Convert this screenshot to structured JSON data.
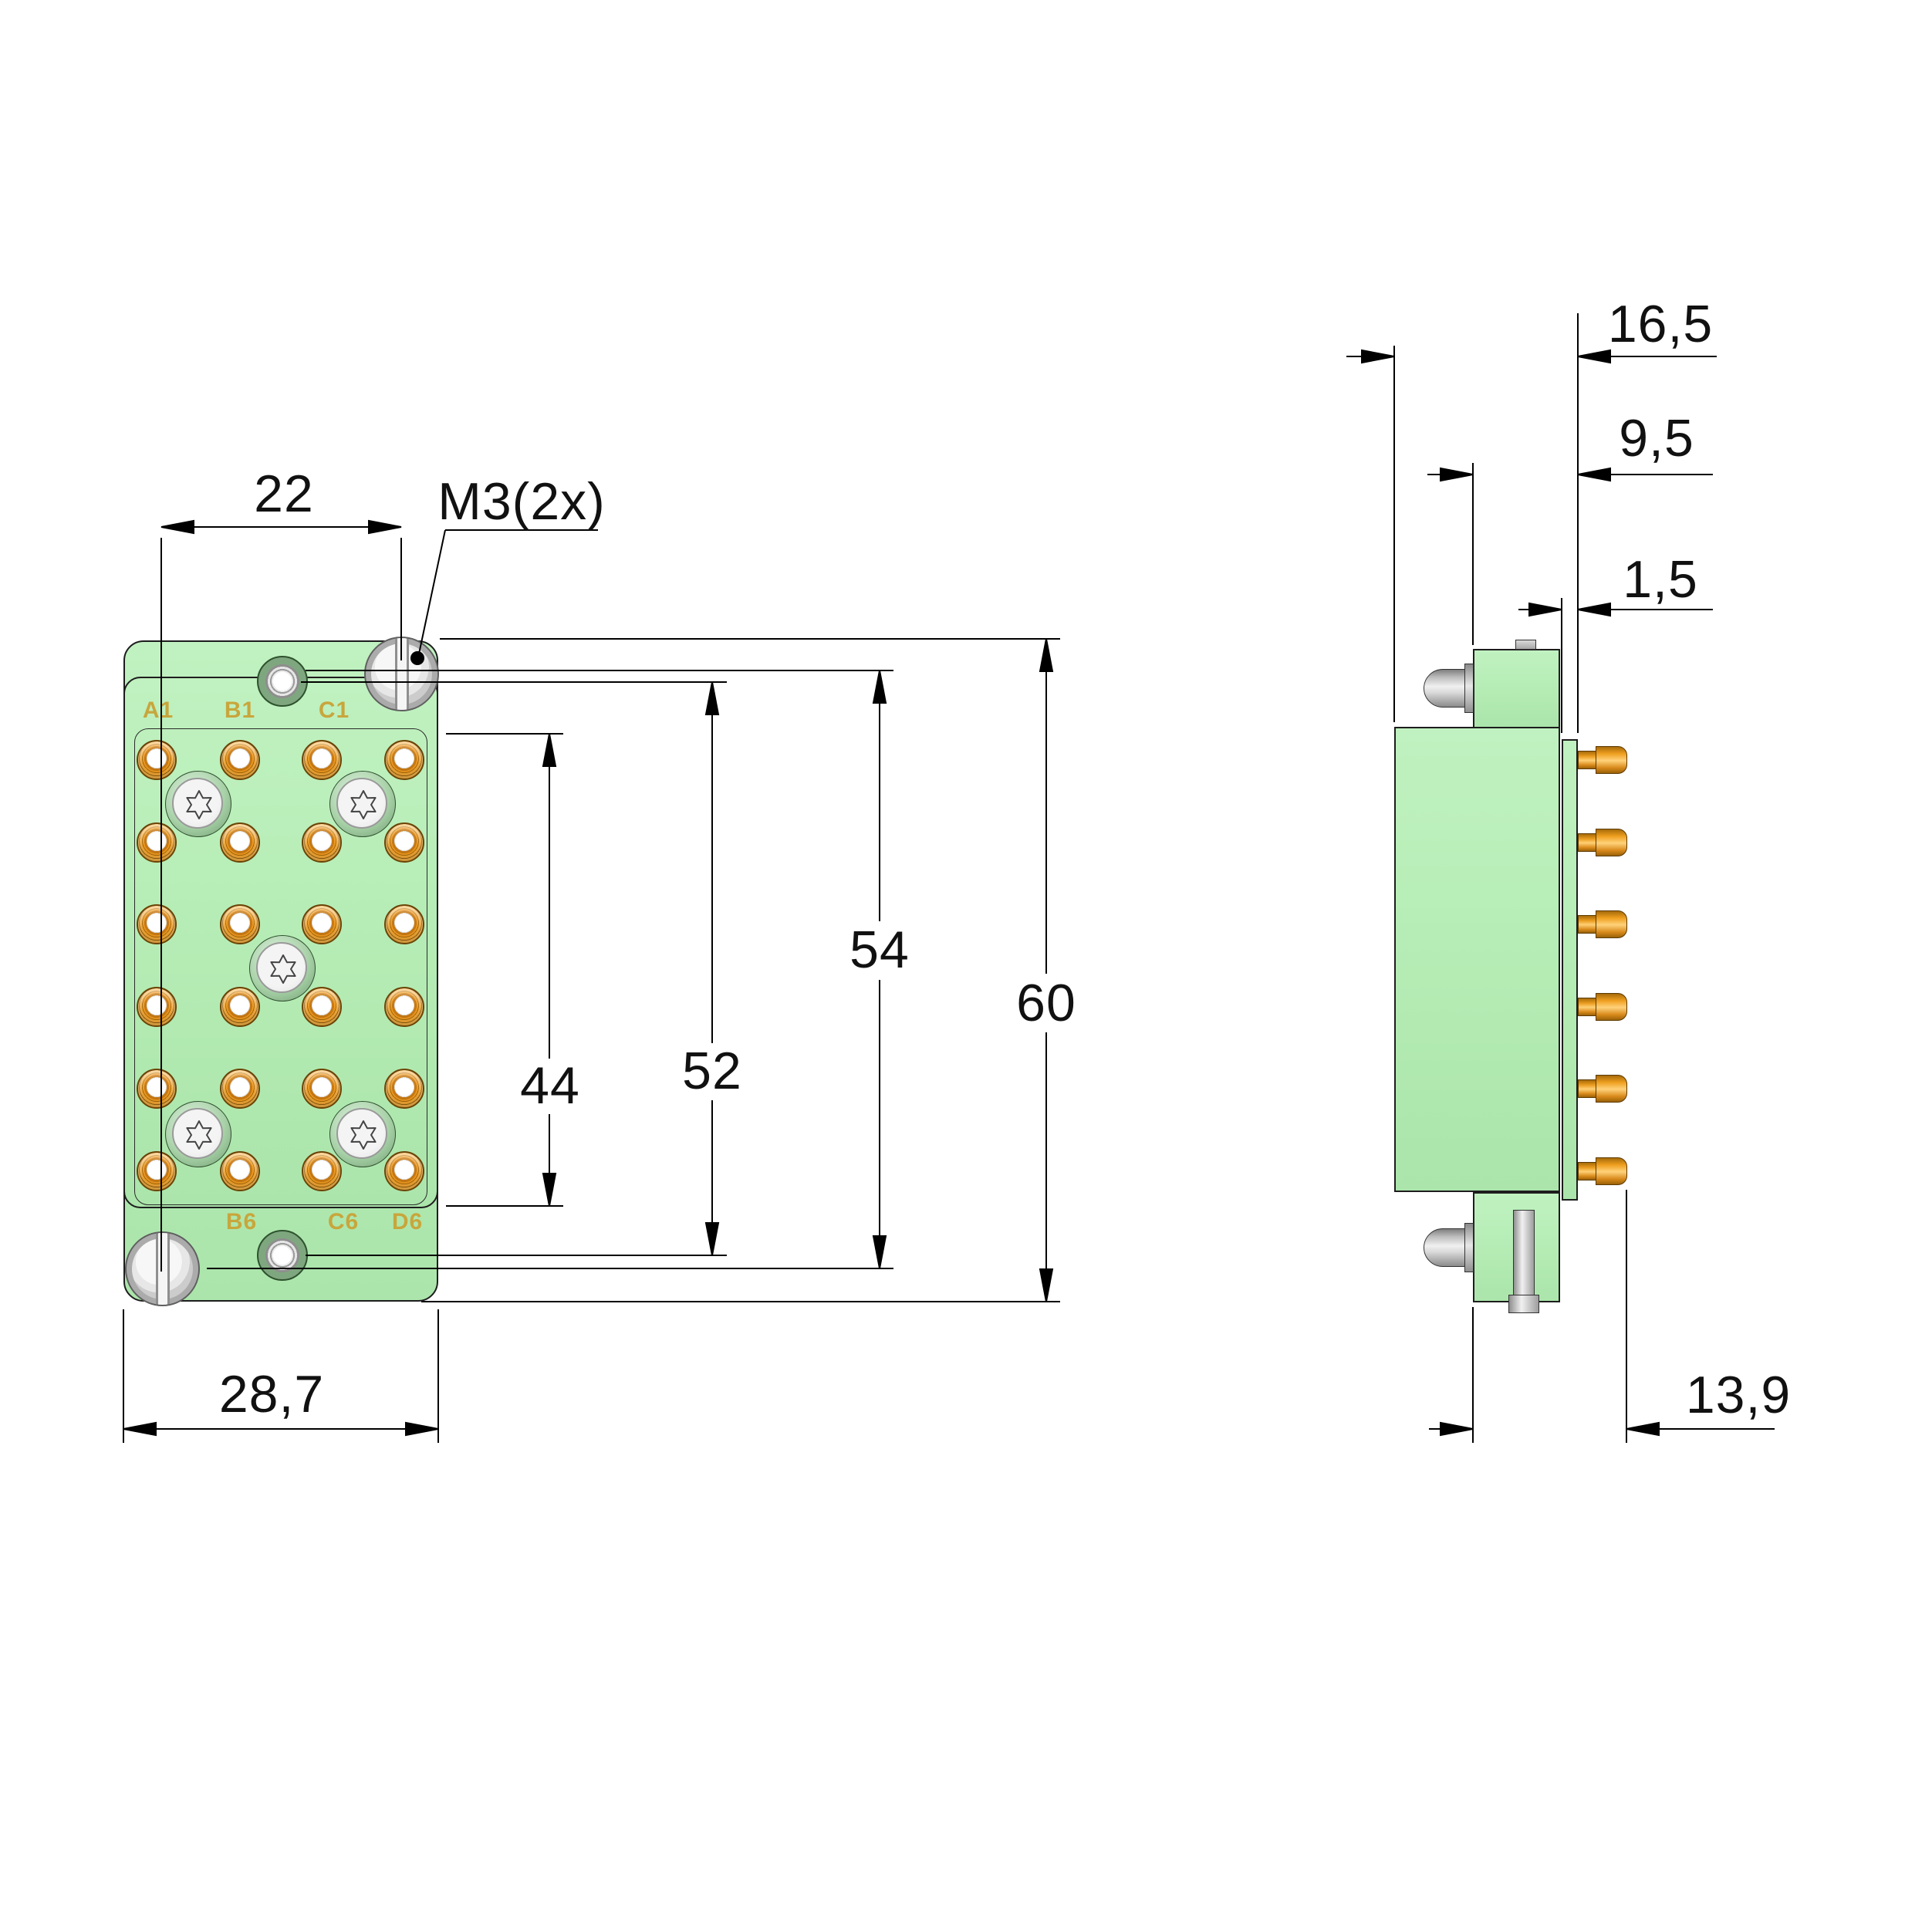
{
  "front_view": {
    "labels": {
      "a1": "A1",
      "b1": "B1",
      "c1": "C1",
      "b6": "B6",
      "c6": "C6",
      "d6": "D6"
    }
  },
  "dimensions_front": {
    "screw_spacing": "22",
    "screw_thread_callout": "M3(2x)",
    "flange_width": "28,7",
    "contact_field_height": "44",
    "mount_hole_spacing": "52",
    "hole_span": "54",
    "overall_height": "60"
  },
  "dimensions_side": {
    "overall_depth": "16,5",
    "flange_depth": "9,5",
    "front_panel_thickness": "1,5",
    "flange_to_pin_tip": "13,9"
  },
  "colors": {
    "housing_green": "#B6EDB6",
    "contact_gold": "#F7A52B",
    "screw_silver": "#E9E9E9",
    "hole_ring_green": "#7FA77F",
    "label_gold": "#C8A63C"
  }
}
